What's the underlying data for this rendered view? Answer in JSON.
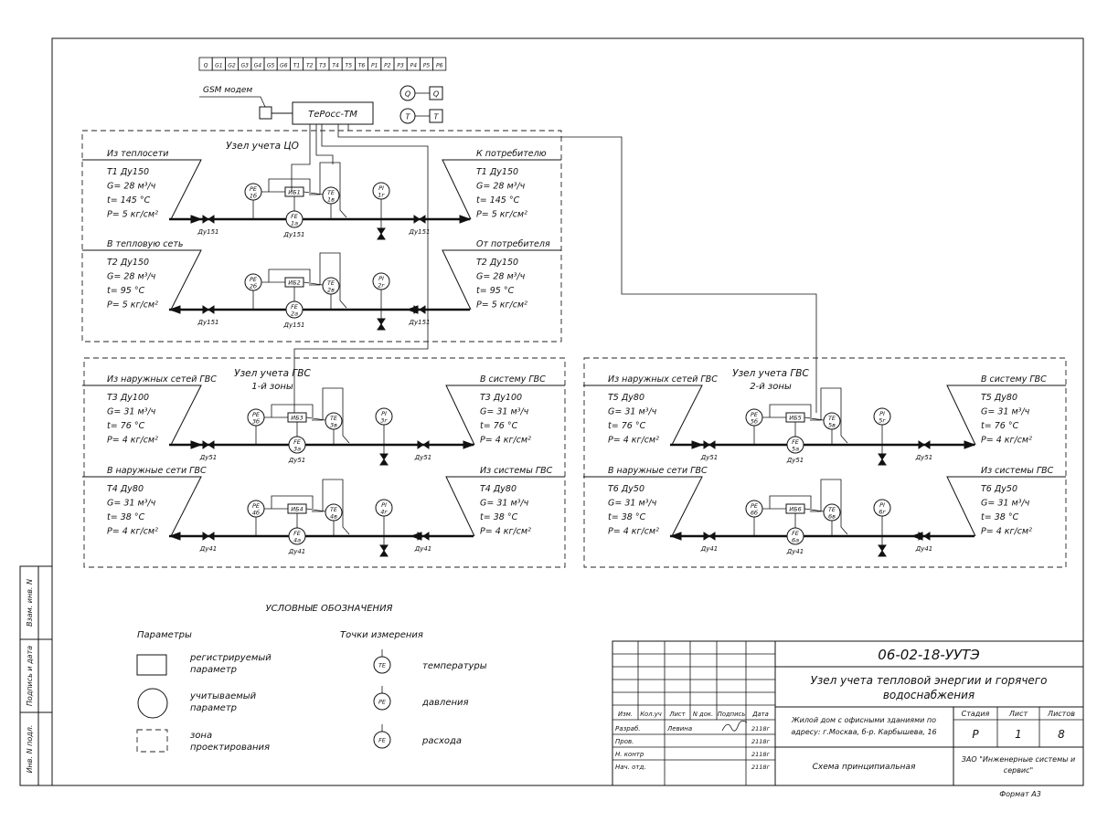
{
  "header_cells": [
    "Q",
    "G1",
    "G2",
    "G3",
    "G4",
    "G5",
    "G6",
    "T1",
    "T2",
    "T3",
    "T4",
    "T5",
    "T6",
    "P1",
    "P2",
    "P3",
    "P4",
    "P5",
    "P6"
  ],
  "devices": {
    "gsm": "GSM модем",
    "controller": "ТеРосс-ТМ",
    "q_circle": "Q",
    "q_box": "Q",
    "t_circle": "T",
    "t_box": "T"
  },
  "blocks": [
    {
      "title": "Узел учета ЦО",
      "title2": "",
      "top": {
        "left_label": "Из теплосети",
        "right_label": "К потребителю",
        "left": [
          "T1 Ду150",
          "G= 28 м³/ч",
          "t= 145 °C",
          "P= 5 кг/см²"
        ],
        "right": [
          "T1 Ду150",
          "G= 28 м³/ч",
          "t= 145 °C",
          "P= 5 кг/см²"
        ],
        "pe": "PE 1б",
        "te": "TE 1в",
        "fe": "FE 1а",
        "pi": "PI 1г",
        "ib": "ИБ1",
        "dn_left": "Ду151",
        "dn_mid": "Ду151",
        "dn_right": "Ду151"
      },
      "bottom": {
        "left_label": "В тепловую сеть",
        "right_label": "От потребителя",
        "left": [
          "T2 Ду150",
          "G= 28 м³/ч",
          "t= 95 °C",
          "P= 5 кг/см²"
        ],
        "right": [
          "T2 Ду150",
          "G= 28 м³/ч",
          "t= 95 °C",
          "P= 5 кг/см²"
        ],
        "pe": "PE 2б",
        "te": "TE 2в",
        "fe": "FE 2а",
        "pi": "PI 2г",
        "ib": "ИБ2",
        "dn_left": "Ду151",
        "dn_mid": "Ду151",
        "dn_right": "Ду151"
      }
    },
    {
      "title": "Узел учета ГВС",
      "title2": "1-й зоны",
      "top": {
        "left_label": "Из наружных сетей ГВС",
        "right_label": "В систему ГВС",
        "left": [
          "T3 Ду100",
          "G= 31 м³/ч",
          "t= 76 °C",
          "P= 4 кг/см²"
        ],
        "right": [
          "T3 Ду100",
          "G= 31 м³/ч",
          "t= 76 °C",
          "P= 4 кг/см²"
        ],
        "pe": "PE 3б",
        "te": "TE 3в",
        "fe": "FE 3а",
        "pi": "PI 3г",
        "ib": "ИБ3",
        "dn_left": "Ду51",
        "dn_mid": "Ду51",
        "dn_right": "Ду51"
      },
      "bottom": {
        "left_label": "В наружные сети ГВС",
        "right_label": "Из системы ГВС",
        "left": [
          "T4 Ду80",
          "G= 31 м³/ч",
          "t= 38 °C",
          "P= 4 кг/см²"
        ],
        "right": [
          "T4 Ду80",
          "G= 31 м³/ч",
          "t= 38 °C",
          "P= 4 кг/см²"
        ],
        "pe": "PE 4б",
        "te": "TE 4в",
        "fe": "FE 4а",
        "pi": "PI 4г",
        "ib": "ИБ4",
        "dn_left": "Ду41",
        "dn_mid": "Ду41",
        "dn_right": "Ду41"
      }
    },
    {
      "title": "Узел учета ГВС",
      "title2": "2-й зоны",
      "top": {
        "left_label": "Из наружных сетей ГВС",
        "right_label": "В систему ГВС",
        "left": [
          "T5 Ду80",
          "G= 31 м³/ч",
          "t= 76 °C",
          "P= 4 кг/см²"
        ],
        "right": [
          "T5 Ду80",
          "G= 31 м³/ч",
          "t= 76 °C",
          "P= 4 кг/см²"
        ],
        "pe": "PE 5б",
        "te": "TE 5в",
        "fe": "FE 5а",
        "pi": "PI 5г",
        "ib": "ИБ5",
        "dn_left": "Ду51",
        "dn_mid": "Ду51",
        "dn_right": "Ду51"
      },
      "bottom": {
        "left_label": "В наружные сети ГВС",
        "right_label": "Из системы ГВС",
        "left": [
          "T6 Ду50",
          "G= 31 м³/ч",
          "t= 38 °C",
          "P= 4 кг/см²"
        ],
        "right": [
          "T6 Ду50",
          "G= 31 м³/ч",
          "t= 38 °C",
          "P= 4 кг/см²"
        ],
        "pe": "PE 6б",
        "te": "TE 6в",
        "fe": "FE 6а",
        "pi": "PI 6г",
        "ib": "ИБ6",
        "dn_left": "Ду41",
        "dn_mid": "Ду41",
        "dn_right": "Ду41"
      }
    }
  ],
  "legend": {
    "title": "УСЛОВНЫЕ ОБОЗНАЧЕНИЯ",
    "params_title": "Параметры",
    "points_title": "Точки измерения",
    "items": [
      [
        "регистрируемый",
        "параметр"
      ],
      [
        "учитываемый",
        "параметр"
      ],
      [
        "зона",
        "проектирования"
      ]
    ],
    "points": [
      {
        "sym": "TE",
        "label": "температуры"
      },
      {
        "sym": "PE",
        "label": "давления"
      },
      {
        "sym": "FE",
        "label": "расхода"
      }
    ]
  },
  "side_labels": [
    "Взам. инв. N",
    "Подпись и дата",
    "Инв. N подл."
  ],
  "stamp": {
    "code": "06-02-18-УУТЭ",
    "title_line1": "Узел учета тепловой энергии и горячего",
    "title_line2": "водоснабжения",
    "object_line1": "Жилой дом с офисными зданиями по",
    "object_line2": "адресу: г.Москва, б-р. Карбышева, 16",
    "headers": [
      "Изм.",
      "Кол.уч",
      "Лист",
      "N док.",
      "Подпись",
      "Дата"
    ],
    "roles": [
      {
        "role": "Разраб.",
        "name": "Левина",
        "date": "2118г"
      },
      {
        "role": "Пров.",
        "name": "",
        "date": "2118г"
      },
      {
        "role": "Н. контр",
        "name": "",
        "date": "2118г"
      },
      {
        "role": "Нач. отд.",
        "name": "",
        "date": "2118г"
      }
    ],
    "stage_label": "Стадия",
    "sheet_label": "Лист",
    "sheets_label": "Листов",
    "stage": "Р",
    "sheet": "1",
    "sheets": "8",
    "scheme": "Схема принципиальная",
    "company_line1": "ЗАО \"Инженерные системы и",
    "company_line2": "сервис\"",
    "format": "Формат А3"
  }
}
